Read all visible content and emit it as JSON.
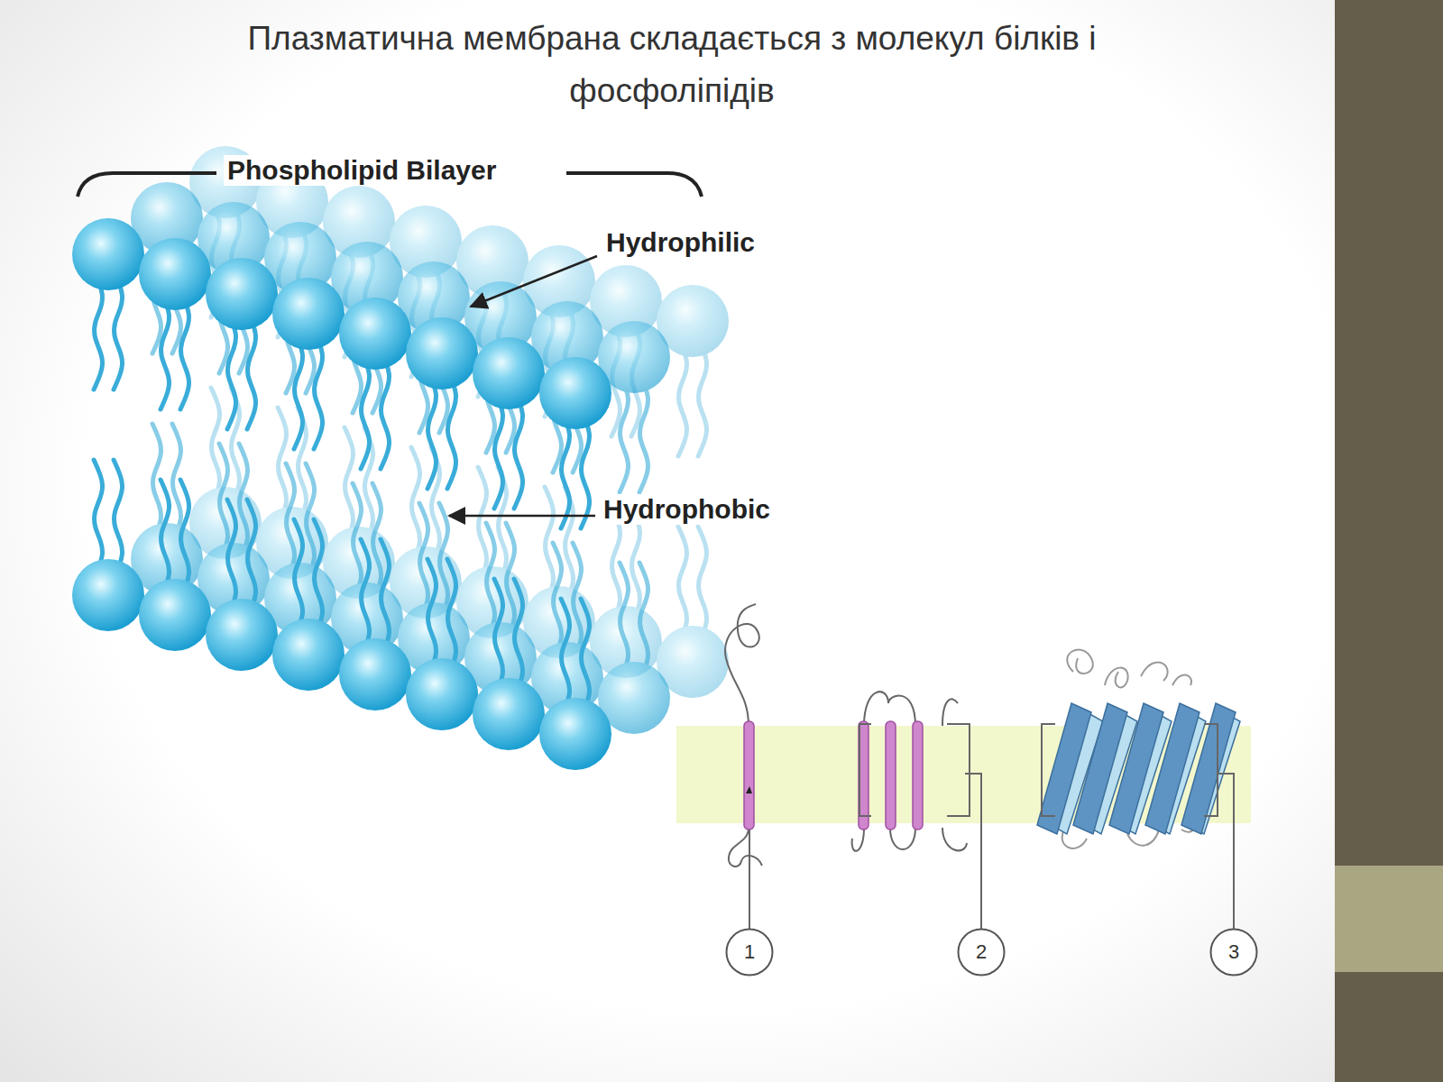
{
  "diagram": {
    "title": "Плазматична мембрана складається з молекул білків і фосфоліпідів",
    "nodes": [
      {
        "text": [
          "1"
        ]
      },
      {
        "text": [
          "2"
        ]
      },
      {
        "text": [
          "3"
        ]
      }
    ],
    "labels": [
      "Phospholipid Bilayer",
      "Hydrophilic",
      "Hydrophobic"
    ]
  }
}
